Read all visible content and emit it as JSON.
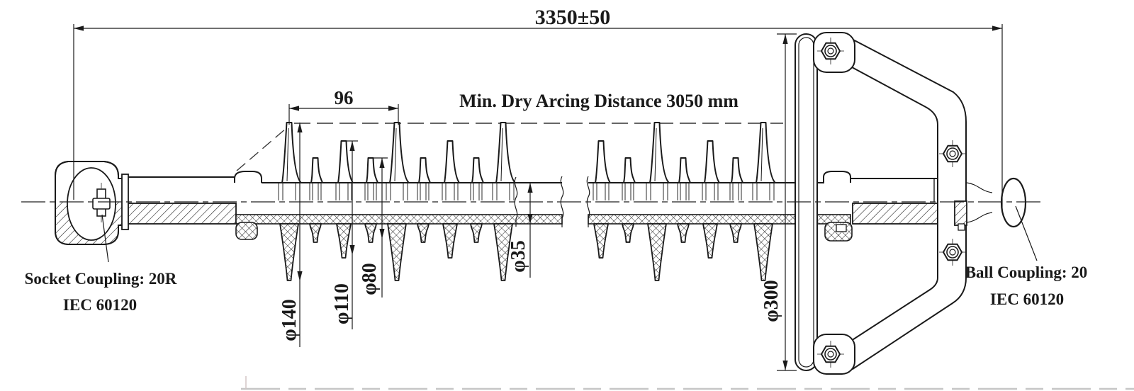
{
  "drawing": {
    "annotations": {
      "arcing_note": "Min. Dry Arcing Distance 3050 mm"
    },
    "dimensions": {
      "overall_length": "3350±50",
      "shed_spacing": "96",
      "shed_diameter_large": "φ140",
      "shed_diameter_medium": "φ110",
      "shed_diameter_small": "φ80",
      "housing_diameter": "φ35",
      "grading_ring_diameter": "φ300"
    },
    "socket_coupling": {
      "label": "Socket Coupling: 20R",
      "standard": "IEC 60120"
    },
    "ball_coupling": {
      "label": "Ball Coupling: 20",
      "standard": "IEC 60120"
    },
    "colors": {
      "line": "#1a1a1a",
      "background": "#ffffff"
    }
  }
}
